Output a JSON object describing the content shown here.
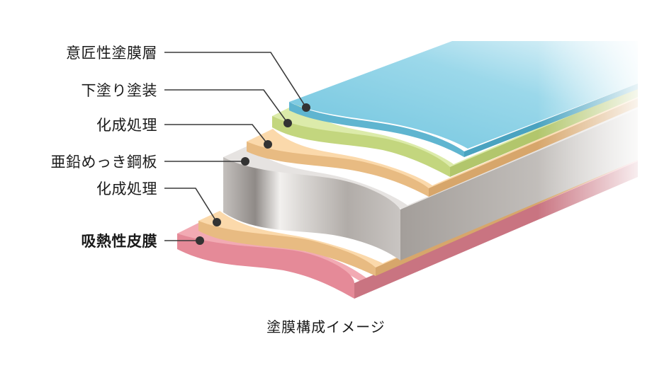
{
  "labels": [
    {
      "text": "意匠性塗膜層",
      "bold": false
    },
    {
      "text": "下塗り塗装",
      "bold": false
    },
    {
      "text": "化成処理",
      "bold": false
    },
    {
      "text": "亜鉛めっき鋼板",
      "bold": false
    },
    {
      "text": "化成処理",
      "bold": false
    },
    {
      "text": "吸熱性皮膜",
      "bold": true
    }
  ],
  "caption": "塗膜構成イメージ",
  "colors": {
    "design_coat": "#7ecce4",
    "undercoat": "#d6e79b",
    "chemical_treatment": "#f9d2a0",
    "galvanized_steel": "#bdb9b6",
    "heat_absorbing_film": "#f0a0ab",
    "leader_line": "#3a3a3a"
  }
}
